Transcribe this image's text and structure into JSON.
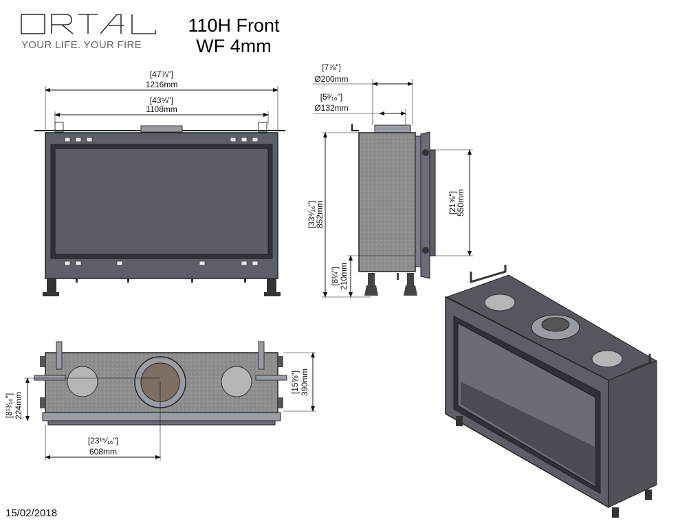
{
  "logo": {
    "wordmark": "ORTAL",
    "tagline": "YOUR LIFE. YOUR FIRE"
  },
  "title": {
    "line1": "110H Front",
    "line2": "WF 4mm"
  },
  "date": "15/02/2018",
  "dimensions": {
    "overall_width": {
      "inch": "[47⅞\"]",
      "mm": "1216mm"
    },
    "opening_width": {
      "inch": "[43⅝\"]",
      "mm": "1108mm"
    },
    "flue_outer": {
      "inch": "[7⅞\"]",
      "mm": "Ø200mm"
    },
    "flue_inner": {
      "inch": "[5³⁄₁₆\"]",
      "mm": "Ø132mm"
    },
    "overall_height": {
      "inch": "[33⁹⁄₁₆\"]",
      "mm": "852mm"
    },
    "glass_height": {
      "inch": "[21⅝\"]",
      "mm": "550mm"
    },
    "leg_height": {
      "inch": "[8¼\"]",
      "mm": "210mm"
    },
    "depth": {
      "inch": "[15⅝\"]",
      "mm": "390mm"
    },
    "flue_offset_depth": {
      "inch": "[8¹³⁄₁₆\"]",
      "mm": "224mm"
    },
    "flue_offset_width": {
      "inch": "[23¹⁵⁄₁₆\"]",
      "mm": "608mm"
    }
  },
  "colors": {
    "steel": "#5c5f68",
    "frame": "#3a3c44",
    "glass": "#5a5d66",
    "insulation": "#8c8c8c"
  }
}
